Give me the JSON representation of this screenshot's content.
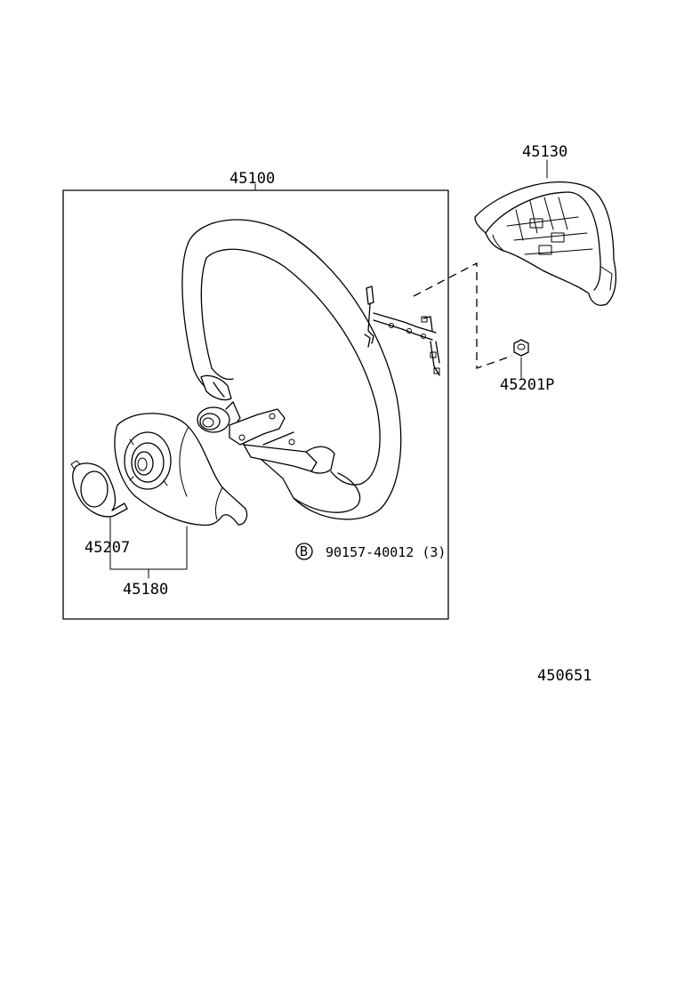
{
  "labels": {
    "steering_wheel_assy": "45100",
    "pad_cover": "45130",
    "nut": "45201P",
    "cover_assy": "45180",
    "spiral_part": "45207",
    "bolt_code": "B",
    "bolt": "90157-40012 (3)",
    "diagram_number": "450651"
  }
}
